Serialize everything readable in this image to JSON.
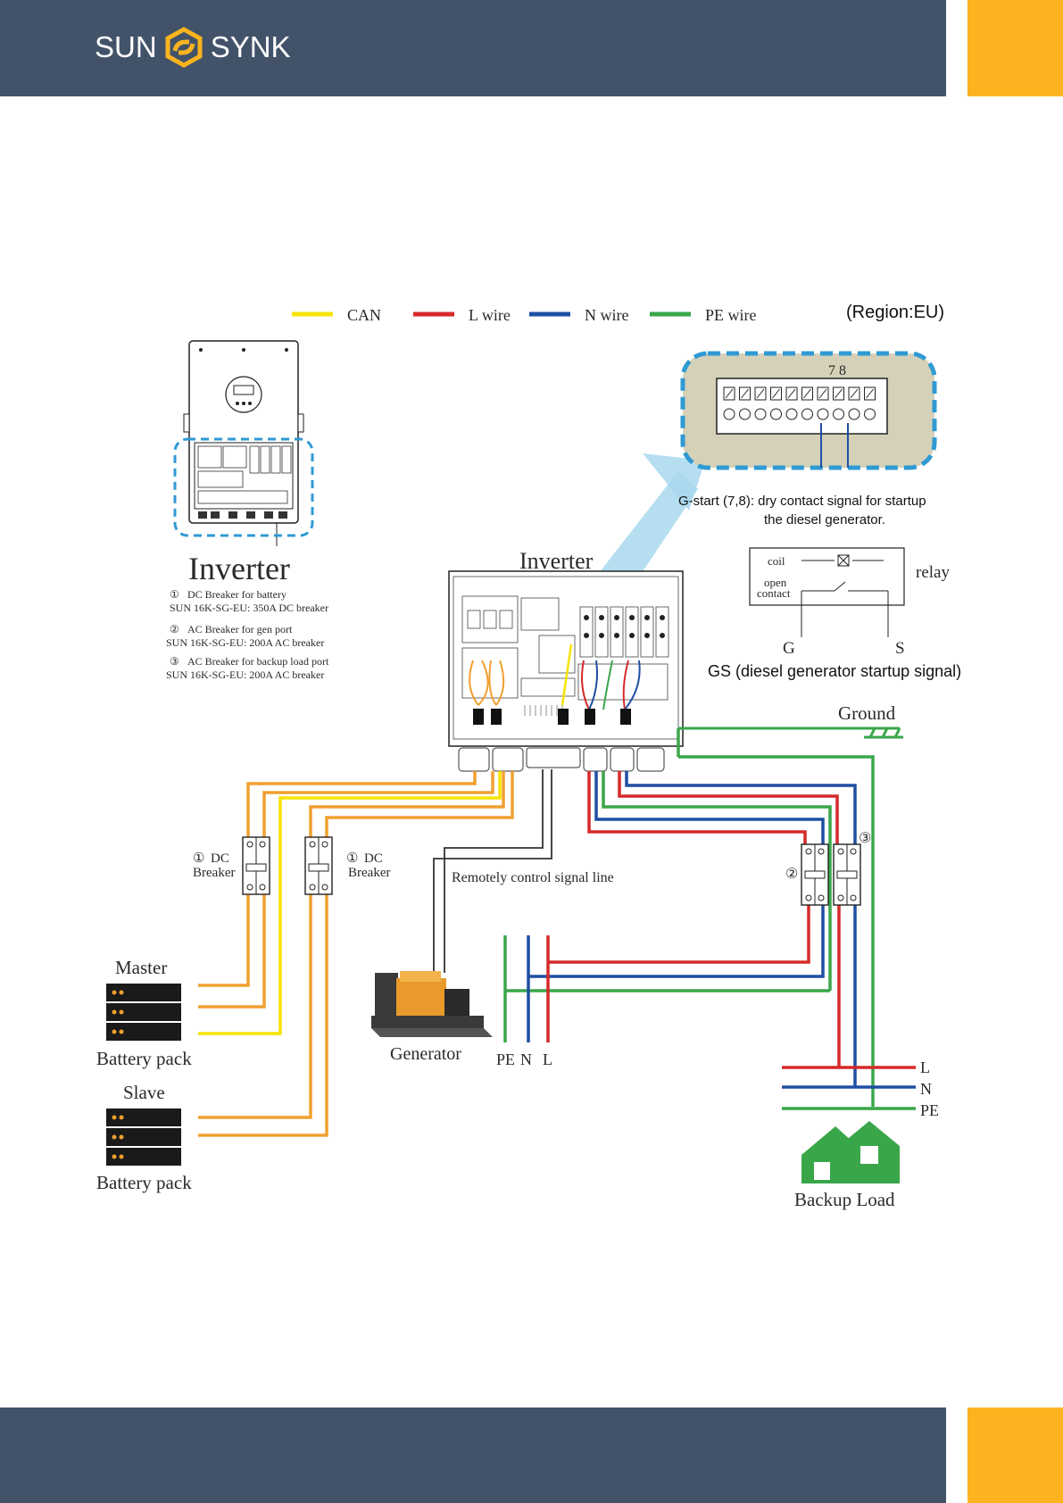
{
  "brand": {
    "name_left": "SUN",
    "name_right": "SYNK",
    "header_color": "#425369",
    "accent_color": "#fbb41f"
  },
  "legend": {
    "can": "CAN",
    "l_wire": "L wire",
    "n_wire": "N wire",
    "pe_wire": "PE wire",
    "region": "(Region:EU)",
    "colors": {
      "can": "#f5e400",
      "l": "#d62a2a",
      "n": "#1f4fa3",
      "pe": "#3aa64a",
      "battery": "#f0a030",
      "signal": "#333333"
    }
  },
  "inverter_small": {
    "title": "Inverter",
    "notes": [
      {
        "num": "①",
        "line1": "DC Breaker for battery",
        "line2": "SUN 16K-SG-EU: 350A DC breaker"
      },
      {
        "num": "②",
        "line1": "AC Breaker for gen port",
        "line2": "SUN 16K-SG-EU: 200A AC breaker"
      },
      {
        "num": "③",
        "line1": "AC Breaker for backup load port",
        "line2": "SUN 16K-SG-EU: 200A AC breaker"
      }
    ]
  },
  "inverter_main": {
    "title": "Inverter"
  },
  "terminal": {
    "pins_label": "7 8",
    "caption_line1": "G-start (7,8): dry contact signal for startup",
    "caption_line2": "the diesel generator."
  },
  "relay": {
    "coil": "coil",
    "open": "open",
    "contact": "contact",
    "label": "relay",
    "g": "G",
    "s": "S",
    "caption": "GS (diesel generator startup signal)"
  },
  "ground": {
    "label": "Ground"
  },
  "dc_breakers": {
    "left_num": "①",
    "left_line1": "DC",
    "left_line2": "Breaker",
    "right_num": "①",
    "right_line1": "DC",
    "right_line2": "Breaker"
  },
  "ac_breakers": {
    "gen_num": "②",
    "load_num": "③"
  },
  "signal_line": {
    "label": "Remotely control signal line"
  },
  "batteries": {
    "master": "Master",
    "slave": "Slave",
    "pack1": "Battery pack",
    "pack2": "Battery pack"
  },
  "generator": {
    "label": "Generator",
    "pe": "PE",
    "n": "N",
    "l": "L"
  },
  "backup_load": {
    "label": "Backup Load",
    "l": "L",
    "n": "N",
    "pe": "PE"
  }
}
